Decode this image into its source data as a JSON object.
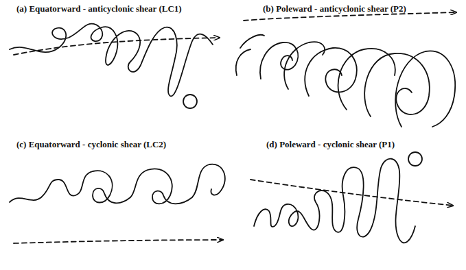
{
  "diagram": {
    "labels": [
      "(a) Equatorward - anticyclonic shear (LC1)",
      "(b) Poleward - anticyclonic shear (P2)",
      "(c) Equatorward - cyclonic shear (LC2)",
      "(d) Poleward - cyclonic shear (P1)"
    ]
  }
}
